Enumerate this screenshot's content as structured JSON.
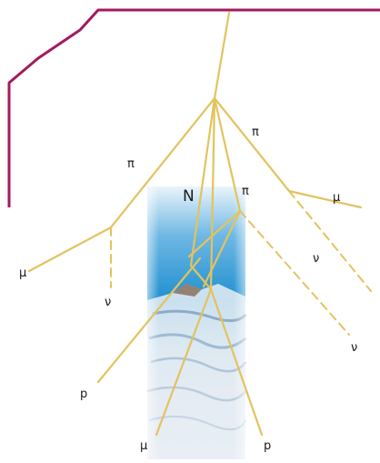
{
  "diagram": {
    "colors": {
      "track": "#E2C35E",
      "boundary": "#A4195E",
      "background": "#FFFFFF"
    },
    "labels": {
      "nucleus": "N",
      "pion_left": "π",
      "pion_right": "π",
      "pion_center": "π",
      "muon_left": "μ",
      "muon_right": "μ",
      "muon_bottom": "μ",
      "neutrino_left": "ν",
      "neutrino_right": "ν",
      "neutrino_far_right": "ν",
      "proton_left": "p",
      "proton_bottom": "p"
    }
  }
}
